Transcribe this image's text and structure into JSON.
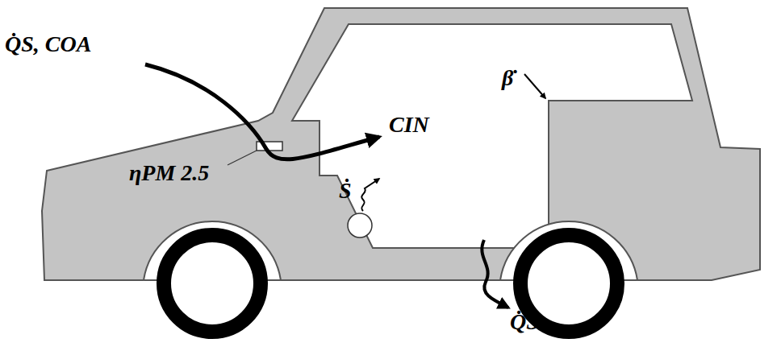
{
  "diagram": {
    "labels": [
      "Q̇S, COA",
      "ηPM 2.5",
      "CIN",
      "β̇",
      "Ṡ",
      "Q̇S"
    ]
  }
}
